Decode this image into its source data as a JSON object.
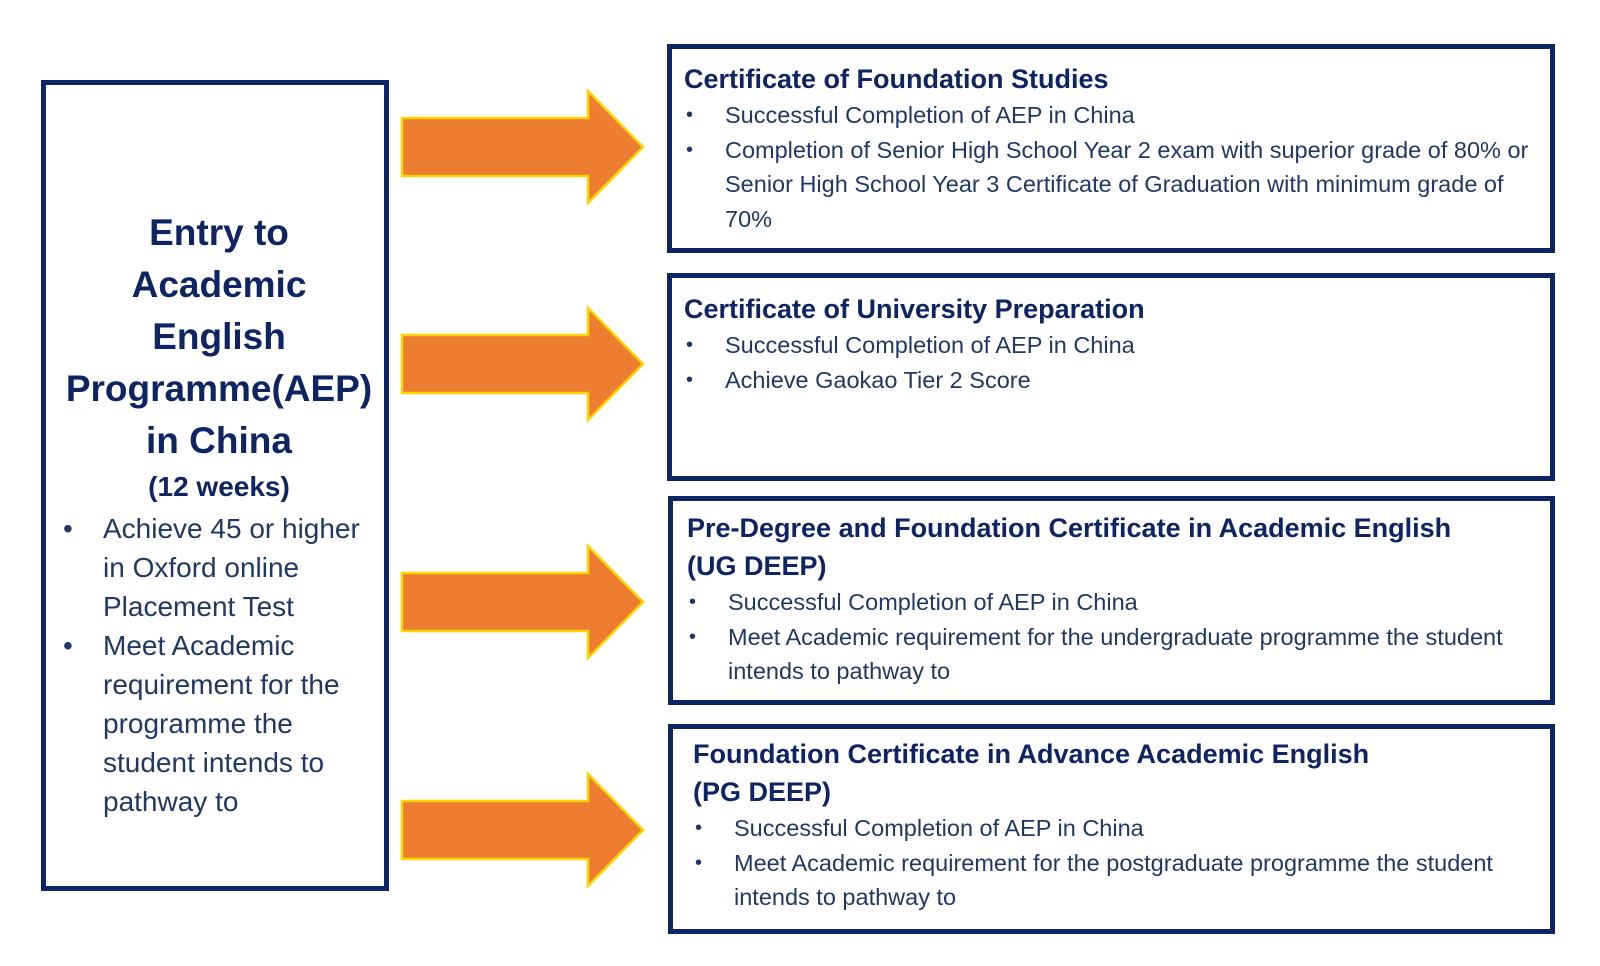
{
  "entry": {
    "title_lines": [
      "Entry to",
      "Academic English",
      "Programme(AEP)",
      "in China"
    ],
    "duration": "(12 weeks)",
    "bullets": [
      "Achieve 45 or higher in Oxford online Placement Test",
      "Meet Academic requirement for the programme the student intends to pathway to"
    ]
  },
  "certificates": [
    {
      "title_lines": [
        "Certificate of Foundation Studies"
      ],
      "bullets": [
        "Successful Completion of AEP in China",
        "Completion of Senior High School Year 2 exam with superior grade of 80% or Senior High School Year 3 Certificate of Graduation with minimum grade of 70%"
      ]
    },
    {
      "title_lines": [
        "Certificate of University Preparation"
      ],
      "bullets": [
        "Successful Completion of AEP in China",
        "Achieve Gaokao Tier 2 Score"
      ]
    },
    {
      "title_lines": [
        "Pre-Degree and Foundation Certificate in Academic English",
        "(UG DEEP)"
      ],
      "bullets": [
        "Successful Completion of AEP in China",
        "Meet Academic requirement for the undergraduate programme the student intends to pathway to"
      ]
    },
    {
      "title_lines": [
        "Foundation Certificate in Advance Academic English",
        "(PG DEEP)"
      ],
      "bullets": [
        "Successful Completion of AEP in China",
        "Meet Academic requirement for the postgraduate programme the student intends to pathway to"
      ]
    }
  ],
  "colors": {
    "border": "#0e2463",
    "heading": "#0e2463",
    "text": "#1f3864",
    "arrow_fill": "#ed7d31",
    "arrow_outline": "#ffd400"
  }
}
